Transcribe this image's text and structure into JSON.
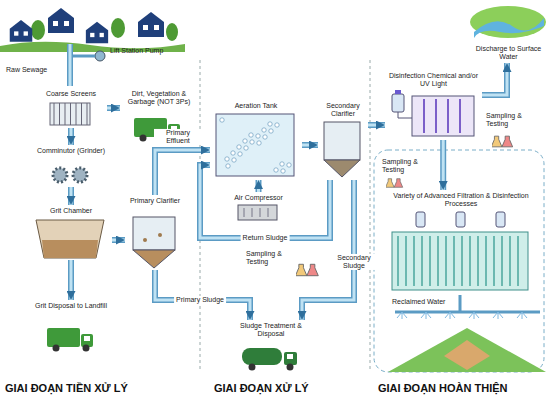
{
  "diagram": {
    "nodes": [
      {
        "text": [
          "Coarse Screens"
        ]
      },
      {
        "text": [
          "Dirt, Vegetation & Garbage (NOT 3Ps)"
        ]
      },
      {
        "text": [
          "Comminutor (Grinder)"
        ]
      },
      {
        "text": [
          "Grit Chamber"
        ]
      },
      {
        "text": [
          "Grit Disposal to Landfill"
        ]
      },
      {
        "text": [
          "Primary Clarifier"
        ]
      },
      {
        "text": [
          "Aeration Tank"
        ]
      },
      {
        "text": [
          "Air Compressor"
        ]
      },
      {
        "text": [
          "Secondary Clarifier"
        ]
      },
      {
        "text": [
          "Sludge Treatment & Disposal"
        ]
      },
      {
        "text": [
          "Disinfection Chemical and/or UV Light"
        ]
      },
      {
        "text": [
          "Discharge to Surface Water"
        ]
      },
      {
        "text": [
          "Variety of Advanced Filtration & Disinfection Processes"
        ]
      }
    ],
    "edges": [
      {
        "from": 0,
        "to": 1,
        "arrow": "to"
      },
      {
        "from": 0,
        "to": 2,
        "arrow": "to"
      },
      {
        "from": 2,
        "to": 3,
        "arrow": "to"
      },
      {
        "from": 3,
        "to": 4,
        "arrow": "to"
      },
      {
        "from": 3,
        "to": 5,
        "arrow": "to"
      },
      {
        "from": 5,
        "to": 6,
        "arrow": "to",
        "label": "Primary Effluent"
      },
      {
        "from": 5,
        "to": 9,
        "arrow": "to",
        "label": "Primary Sludge"
      },
      {
        "from": 7,
        "to": 6,
        "arrow": "to"
      },
      {
        "from": 6,
        "to": 8,
        "arrow": "to"
      },
      {
        "from": 8,
        "to": 6,
        "arrow": "to",
        "label": "Return Sludge"
      },
      {
        "from": 8,
        "to": 9,
        "arrow": "to",
        "label": "Secondary Sludge"
      },
      {
        "from": 8,
        "to": 10,
        "arrow": "to"
      },
      {
        "from": 10,
        "to": 11,
        "arrow": "to"
      },
      {
        "from": 10,
        "to": 12,
        "arrow": "to"
      }
    ],
    "labels": [
      "Raw Sewage",
      "Lift Station Pump",
      "Sampling & Testing",
      "Sampling & Testing",
      "Sampling & Testing",
      "Reclaimed Water",
      "GIAI ĐOẠN TIỀN XỬ LÝ",
      "GIAI ĐOẠN XỬ LÝ",
      "GIAI ĐOẠN HOÀN THIỆN"
    ]
  }
}
